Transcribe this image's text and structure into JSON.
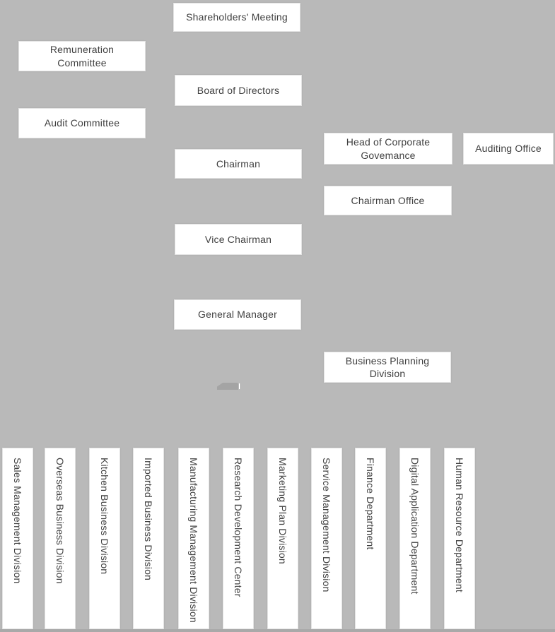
{
  "colors": {
    "background": "#b9b9b9",
    "node_background": "#ffffff",
    "node_border": "#e3e3e3",
    "text": "#3f3f3f",
    "artifact": "#a4a4a4",
    "bottom_edge": "#a9a9a9"
  },
  "nodes": {
    "shareholders_meeting": "Shareholders' Meeting",
    "remuneration_committee": "Remuneration Committee",
    "board_of_directors": "Board of Directors",
    "audit_committee": "Audit Committee",
    "head_of_corporate_governance": "Head of Corporate Govemance",
    "auditing_office": "Auditing Office",
    "chairman": "Chairman",
    "chairman_office": "Chairman Office",
    "vice_chairman": "Vice Chairman",
    "general_manager": "General Manager",
    "business_planning_division": "Business Planning Division"
  },
  "departments": [
    "Sales Management Division",
    "Overseas Business Division",
    "Kitchen Business Division",
    "Imported Business Division",
    "Manufacturing Management Division",
    "Research Development Center",
    "Marketing Plan Division",
    "Service Management Division",
    "Finance Department",
    "Digital Application Department",
    "Human Resource Department"
  ]
}
